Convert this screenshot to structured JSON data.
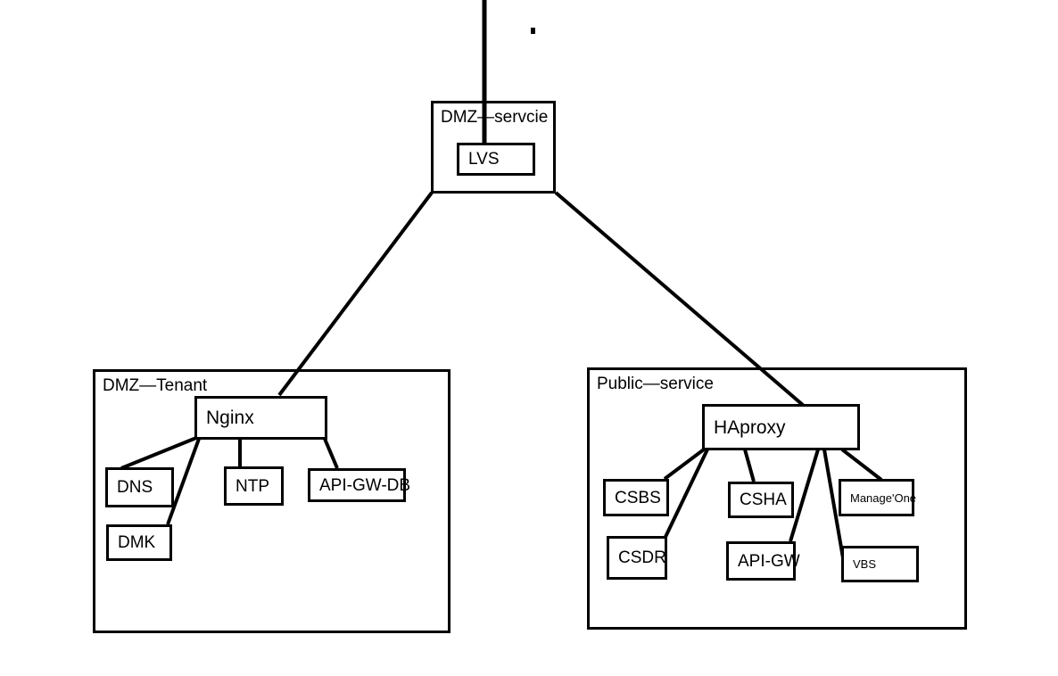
{
  "diagram": {
    "title_note": "network architecture diagram",
    "stroke_color": "#000000",
    "background_color": "#ffffff",
    "uplink_label": "",
    "groups": [
      {
        "id": "dmz-service",
        "label": "DMZ—servcie"
      },
      {
        "id": "dmz-tenant",
        "label": "DMZ—Tenant"
      },
      {
        "id": "public-service",
        "label": "Public—service"
      }
    ],
    "nodes": {
      "lvs": "LVS",
      "nginx": "Nginx",
      "dns": "DNS",
      "dmk": "DMK",
      "ntp": "NTP",
      "api_gw_db": "API-GW-DB",
      "haproxy": "HAproxy",
      "csbs": "CSBS",
      "csdr": "CSDR",
      "csha": "CSHA",
      "api_gw": "API-GW",
      "manage_one": "Manage'One",
      "vbs": "VBS"
    },
    "edges": [
      {
        "from": "uplink",
        "to": "lvs"
      },
      {
        "from": "dmz-service",
        "to": "nginx"
      },
      {
        "from": "dmz-service",
        "to": "haproxy"
      },
      {
        "from": "nginx",
        "to": "dns"
      },
      {
        "from": "nginx",
        "to": "dmk"
      },
      {
        "from": "nginx",
        "to": "ntp"
      },
      {
        "from": "nginx",
        "to": "api_gw_db"
      },
      {
        "from": "haproxy",
        "to": "csbs"
      },
      {
        "from": "haproxy",
        "to": "csdr"
      },
      {
        "from": "haproxy",
        "to": "csha"
      },
      {
        "from": "haproxy",
        "to": "api_gw"
      },
      {
        "from": "haproxy",
        "to": "manage_one"
      },
      {
        "from": "haproxy",
        "to": "vbs"
      }
    ]
  }
}
